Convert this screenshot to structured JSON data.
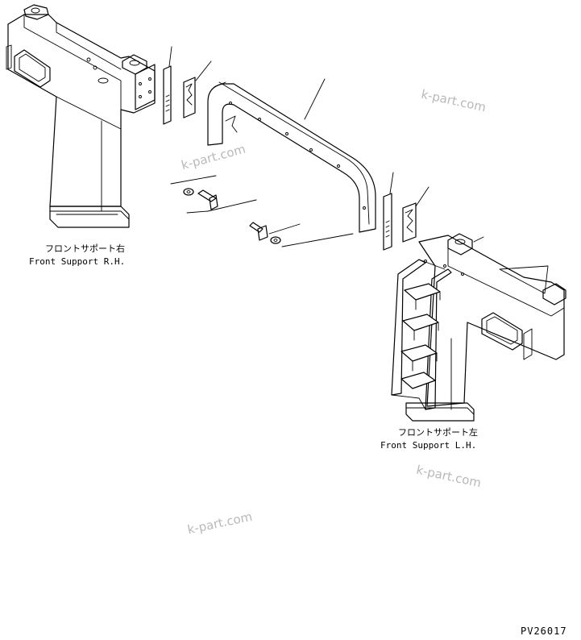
{
  "labels": {
    "front_support_rh_jp": "フロントサポート右",
    "front_support_rh_en": "Front Support R.H.",
    "front_support_lh_jp": "フロントサポート左",
    "front_support_lh_en": "Front Support L.H."
  },
  "watermarks": [
    "k-part.com",
    "k-part.com",
    "k-part.com",
    "k-part.com"
  ],
  "drawing_code": "PV26017"
}
